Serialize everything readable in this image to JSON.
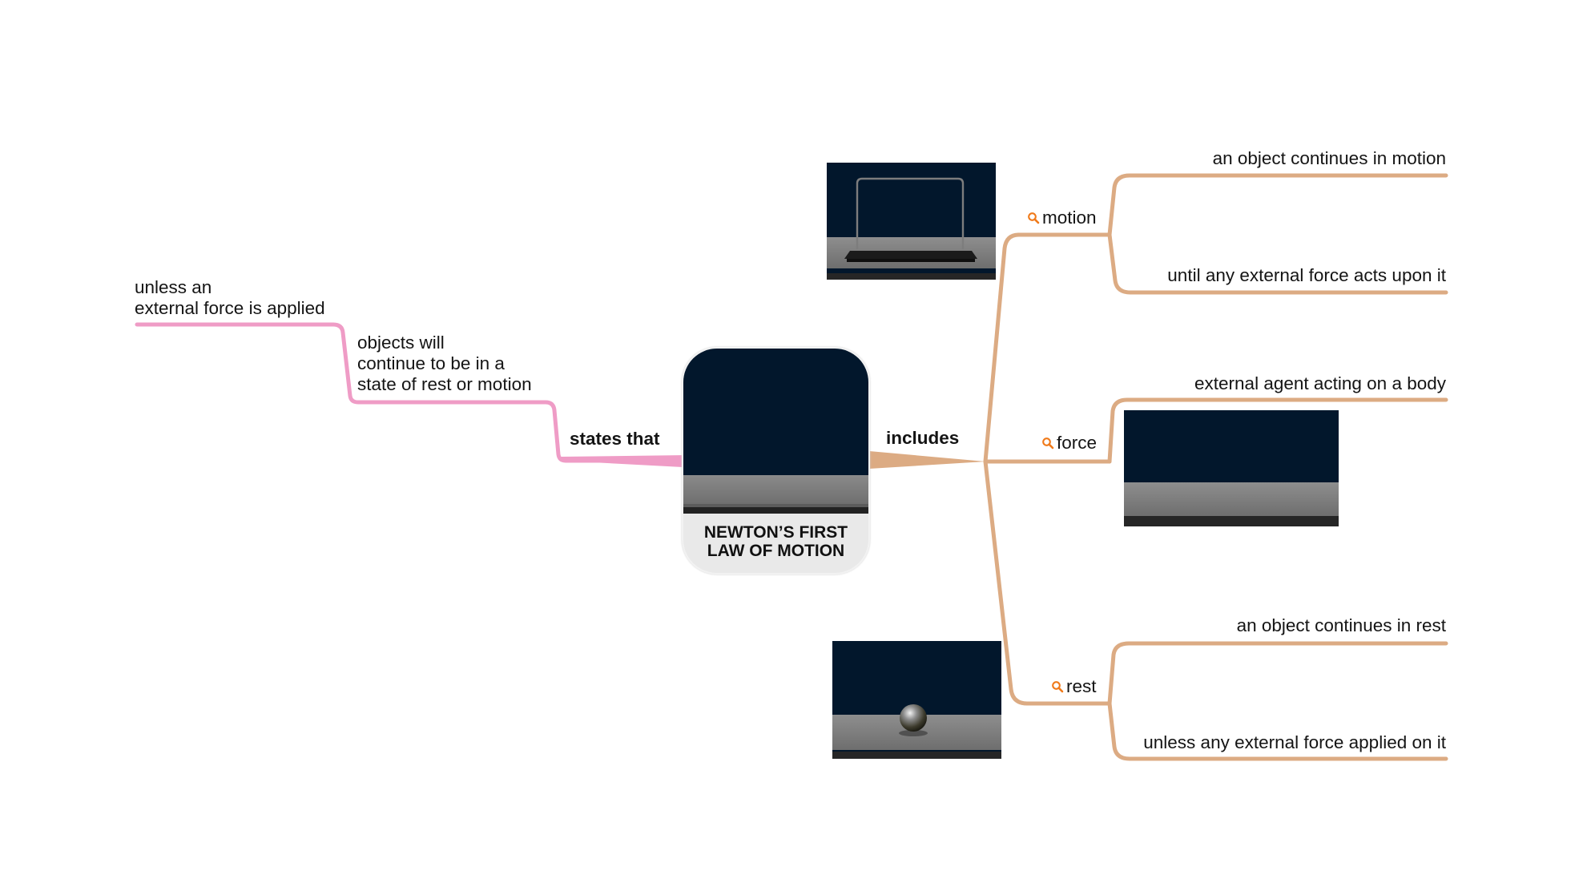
{
  "central_topic": {
    "title_lines": [
      "NEWTON’S FIRST",
      "LAW OF MOTION"
    ]
  },
  "left_branch": {
    "connector_label": "states that",
    "statement_lines": [
      "objects will",
      "continue to be in a",
      "state of rest or motion"
    ],
    "condition_lines": [
      "unless an",
      "external force is applied"
    ]
  },
  "right_branch": {
    "connector_label": "includes",
    "topics": [
      {
        "label": "motion",
        "icon": "search-icon",
        "details": [
          "an object continues in motion",
          "until any external force acts upon it"
        ]
      },
      {
        "label": "force",
        "icon": "search-icon",
        "details": [
          "external agent acting on a body"
        ]
      },
      {
        "label": "rest",
        "icon": "search-icon",
        "details": [
          "an object continues in rest",
          "unless any external force applied on it"
        ]
      }
    ]
  },
  "colors": {
    "left_branch": "#ef9cc6",
    "right_branch": "#dcab83",
    "thumbnail_background": "#02172c",
    "icon": "#f07a1a"
  }
}
